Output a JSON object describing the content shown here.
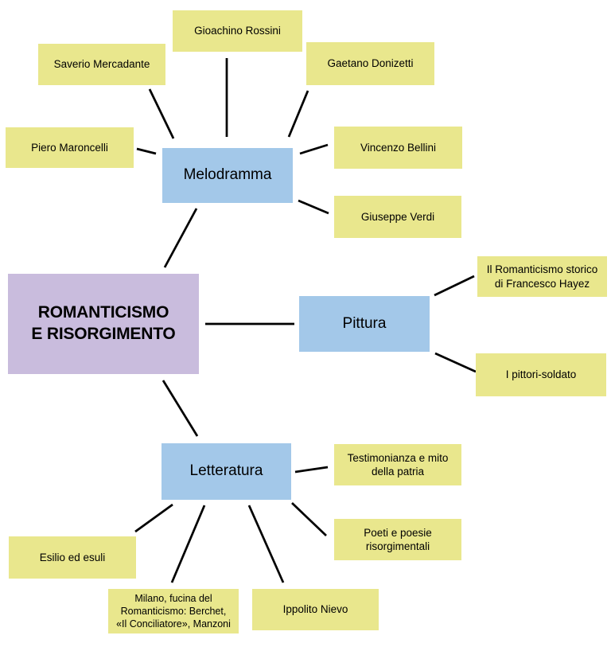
{
  "diagram": {
    "type": "concept-map",
    "background": "#ffffff",
    "colors": {
      "center_fill": "#c9bcdd",
      "branch_fill": "#a3c8e9",
      "leaf_fill": "#e9e78d",
      "connector": "#000000",
      "text": "#000000"
    },
    "center": {
      "label": "ROMANTICISMO\nE RISORGIMENTO"
    },
    "branches": [
      {
        "label": "Melodramma",
        "children": [
          {
            "label": "Gioachino Rossini"
          },
          {
            "label": "Saverio Mercadante"
          },
          {
            "label": "Gaetano Donizetti"
          },
          {
            "label": "Piero Maroncelli"
          },
          {
            "label": "Vincenzo Bellini"
          },
          {
            "label": "Giuseppe Verdi"
          }
        ]
      },
      {
        "label": "Pittura",
        "children": [
          {
            "label": "Il Romanticismo storico\ndi Francesco Hayez"
          },
          {
            "label": "I pittori-soldato"
          }
        ]
      },
      {
        "label": "Letteratura",
        "children": [
          {
            "label": "Testimonianza e mito\ndella patria"
          },
          {
            "label": "Poeti e poesie\nrisorgimentali"
          },
          {
            "label": "Esilio ed esuli"
          },
          {
            "label": "Milano, fucina del\nRomanticismo: Berchet,\n«Il Conciliatore», Manzoni"
          },
          {
            "label": "Ippolito Nievo"
          }
        ]
      }
    ]
  }
}
